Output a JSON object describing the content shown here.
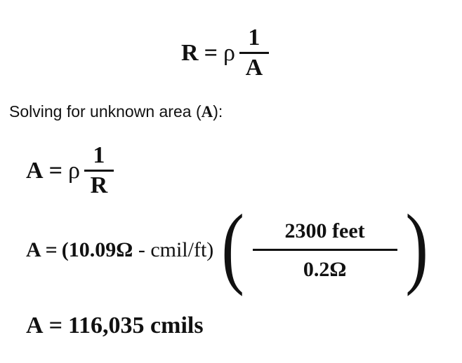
{
  "equations": {
    "resistance_formula": {
      "lhs": "R",
      "equals": "=",
      "coefficient": "ρ",
      "numerator": "1",
      "denominator": "A"
    },
    "caption": {
      "prefix": "Solving for unknown area (",
      "variable": "A",
      "suffix": "):"
    },
    "area_formula": {
      "lhs": "A",
      "equals": "=",
      "coefficient": "ρ",
      "numerator": "1",
      "denominator": "R"
    },
    "substitution": {
      "lhs": "A",
      "equals": "=",
      "open_paren": "(",
      "value": "10.09Ω",
      "separator": " - ",
      "units": "cmil/ft",
      "close_paren": ")",
      "big_open_paren": "(",
      "numerator": "2300 feet",
      "denominator": "0.2Ω",
      "big_close_paren": ")"
    },
    "result": {
      "lhs": "A",
      "equals": "=",
      "value": "116,035 cmils"
    }
  }
}
